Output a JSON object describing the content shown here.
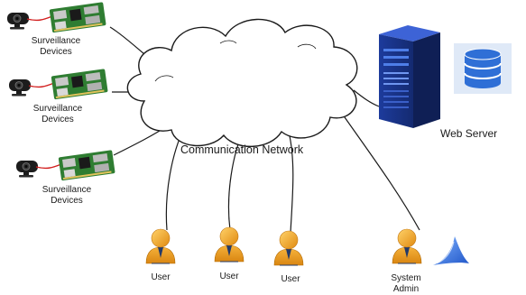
{
  "network": {
    "label": "Communication Network"
  },
  "surveillance_devices": [
    {
      "label_line1": "Surveillance",
      "label_line2": "Devices"
    },
    {
      "label_line1": "Surveillance",
      "label_line2": "Devices"
    },
    {
      "label_line1": "Surveillance",
      "label_line2": "Devices"
    }
  ],
  "web_server": {
    "label": "Web Server",
    "icons": [
      "server-rack-icon",
      "database-icon"
    ]
  },
  "users": [
    {
      "label": "User"
    },
    {
      "label": "User"
    },
    {
      "label": "User"
    }
  ],
  "system_admin": {
    "label_line1": "System",
    "label_line2": "Admin",
    "tool_icon": "wireshark-fin-icon"
  },
  "colors": {
    "server_blue": "#1f3a93",
    "server_light": "#4e7ee8",
    "db_blue": "#2f6fd6",
    "db_bg": "#dfe9f7",
    "user_orange": "#f0a020",
    "user_navy": "#233a6a",
    "board_green": "#2f7d32",
    "camera_dark": "#1c1c1c",
    "usb_red": "#d21f1f"
  }
}
